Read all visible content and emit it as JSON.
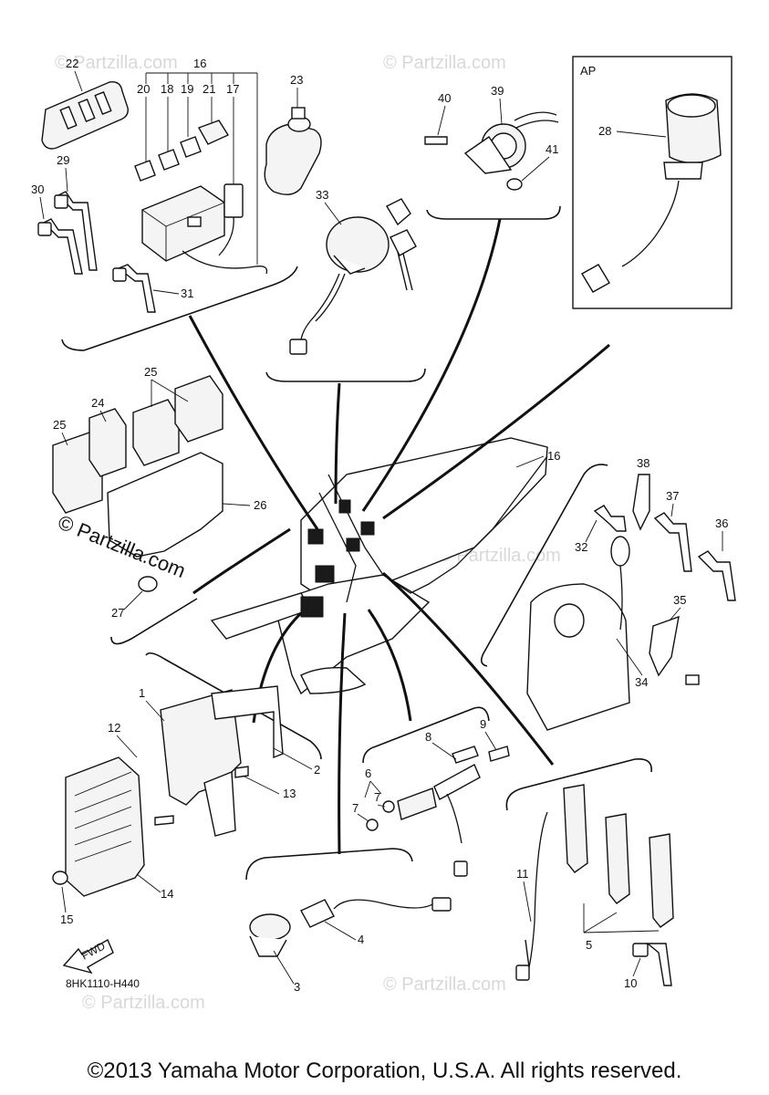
{
  "copyright": "©2013 Yamaha Motor Corporation, U.S.A. All rights reserved.",
  "drawing_code": "8HK1110-H440",
  "box_label": "AP",
  "fwd_label": "FWD",
  "brand_watermark": "© Partzilla.com",
  "faint_watermark": "© Partzilla.com",
  "callouts": {
    "c1": "1",
    "c2": "2",
    "c3": "3",
    "c4": "4",
    "c5": "5",
    "c6": "6",
    "c7a": "7",
    "c7b": "7",
    "c8": "8",
    "c9": "9",
    "c10": "10",
    "c11": "11",
    "c12": "12",
    "c13": "13",
    "c14": "14",
    "c15": "15",
    "c16a": "16",
    "c16b": "16",
    "c17": "17",
    "c18": "18",
    "c19": "19",
    "c20": "20",
    "c21": "21",
    "c22": "22",
    "c23": "23",
    "c24": "24",
    "c25a": "25",
    "c25b": "25",
    "c26": "26",
    "c27": "27",
    "c28": "28",
    "c29": "29",
    "c30": "30",
    "c31": "31",
    "c32": "32",
    "c33": "33",
    "c34": "34",
    "c35": "35",
    "c36": "36",
    "c37": "37",
    "c38": "38",
    "c39": "39",
    "c40": "40",
    "c41": "41"
  }
}
